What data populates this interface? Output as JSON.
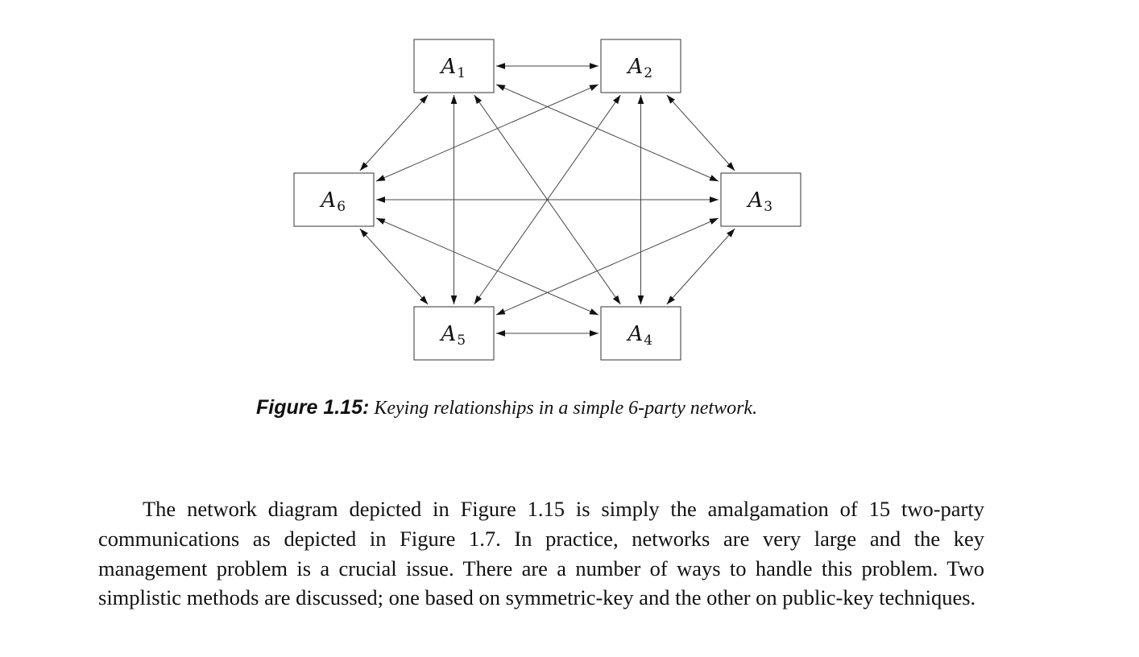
{
  "figure": {
    "nodes": [
      {
        "id": "A1",
        "letter": "A",
        "sub": "1"
      },
      {
        "id": "A2",
        "letter": "A",
        "sub": "2"
      },
      {
        "id": "A3",
        "letter": "A",
        "sub": "3"
      },
      {
        "id": "A4",
        "letter": "A",
        "sub": "4"
      },
      {
        "id": "A5",
        "letter": "A",
        "sub": "5"
      },
      {
        "id": "A6",
        "letter": "A",
        "sub": "6"
      }
    ],
    "edges": [
      [
        "A1",
        "A2"
      ],
      [
        "A1",
        "A3"
      ],
      [
        "A1",
        "A4"
      ],
      [
        "A1",
        "A5"
      ],
      [
        "A1",
        "A6"
      ],
      [
        "A2",
        "A3"
      ],
      [
        "A2",
        "A4"
      ],
      [
        "A2",
        "A5"
      ],
      [
        "A2",
        "A6"
      ],
      [
        "A3",
        "A4"
      ],
      [
        "A3",
        "A5"
      ],
      [
        "A3",
        "A6"
      ],
      [
        "A4",
        "A5"
      ],
      [
        "A4",
        "A6"
      ],
      [
        "A5",
        "A6"
      ]
    ],
    "edge_style": "bidirectional-arrow",
    "colors": {
      "stroke": "#444444",
      "box_border": "#333333"
    }
  },
  "caption": {
    "label": "Figure 1.15:",
    "text": "Keying relationships in a simple 6-party network."
  },
  "paragraph": "The network diagram depicted in Figure 1.15 is simply the amalgamation of 15 two-party communications as depicted in Figure 1.7. In practice, networks are very large and the key management problem is a crucial issue. There are a number of ways to handle this problem. Two simplistic methods are discussed; one based on symmetric-key and the other on public-key techniques."
}
